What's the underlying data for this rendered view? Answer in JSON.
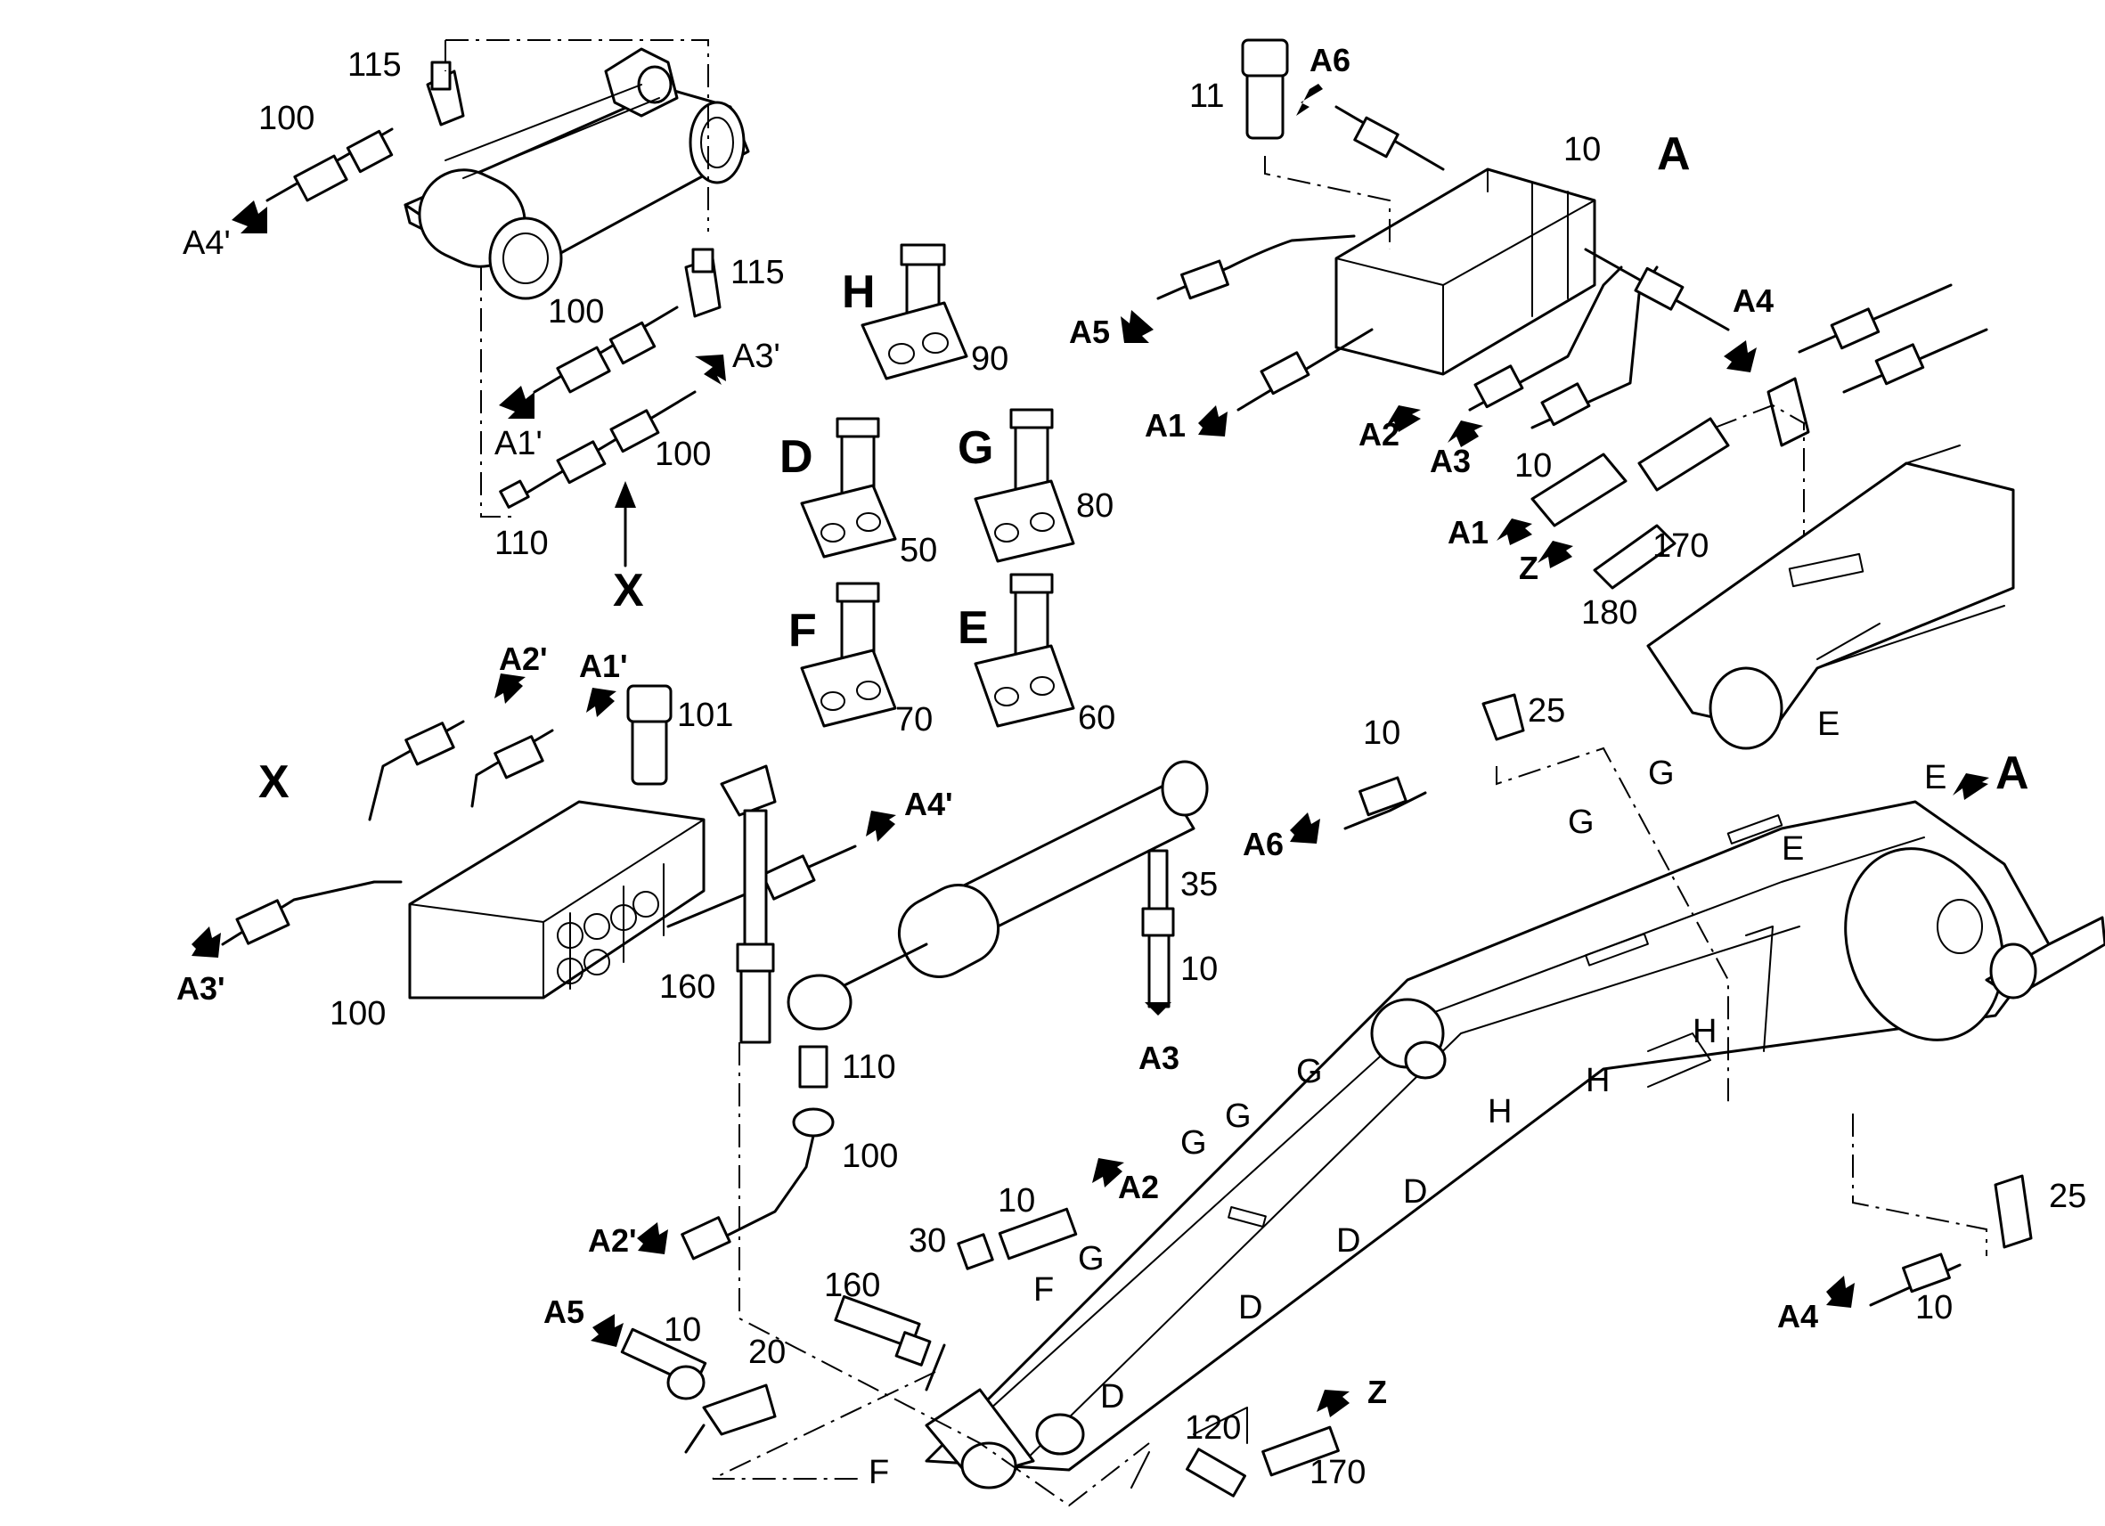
{
  "diagram": {
    "view_labels": {
      "A_top": "A",
      "A_right": "A",
      "X_left": "X",
      "X_arrow": "X",
      "H": "H",
      "D": "D",
      "G": "G",
      "F": "F",
      "E": "E"
    },
    "callouts": {
      "c115a": "115",
      "c100a": "100",
      "c_a4p_top": "A4'",
      "c115b": "115",
      "c100b": "100",
      "c_a3p_top": "A3'",
      "c_a1p_top": "A1'",
      "c100c": "100",
      "c110a": "110",
      "c90": "90",
      "c50": "50",
      "c80": "80",
      "c70": "70",
      "c60": "60",
      "c11": "11",
      "c_a6_top": "A6",
      "c10a": "10",
      "c_a5_top": "A5",
      "c_a4_top": "A4",
      "c_a1_top": "A1",
      "c_a2_top": "A2",
      "c_a3_top": "A3",
      "c10b": "10",
      "c_a1_mid": "A1",
      "c_z_top": "Z",
      "c170a": "170",
      "c180": "180",
      "c_a2p_x": "A2'",
      "c_a1p_x": "A1'",
      "c101": "101",
      "c_a4p_x": "A4'",
      "c_a3p_x": "A3'",
      "c100d": "100",
      "c160a": "160",
      "c35": "35",
      "c10c": "10",
      "c_a3_cyl": "A3",
      "c110b": "110",
      "c100e": "100",
      "c10d": "10",
      "c25a": "25",
      "c_a6_mid": "A6",
      "c_a2p_low": "A2'",
      "c10e": "10",
      "c_a2_low": "A2",
      "c30": "30",
      "c160b": "160",
      "c_a5_low": "A5",
      "c10f": "10",
      "c20": "20",
      "c120": "120",
      "c_z_low": "Z",
      "c170b": "170",
      "c25b": "25",
      "c_a4_low": "A4",
      "c10g": "10",
      "b_G1": "G",
      "b_G2": "G",
      "b_G3": "G",
      "b_G4": "G",
      "b_G5": "G",
      "b_G6": "G",
      "b_E1": "E",
      "b_E2": "E",
      "b_E3": "E",
      "b_H1": "H",
      "b_H2": "H",
      "b_H3": "H",
      "b_D1": "D",
      "b_D2": "D",
      "b_D3": "D",
      "b_D4": "D",
      "b_F1": "F",
      "b_F2": "F"
    }
  }
}
